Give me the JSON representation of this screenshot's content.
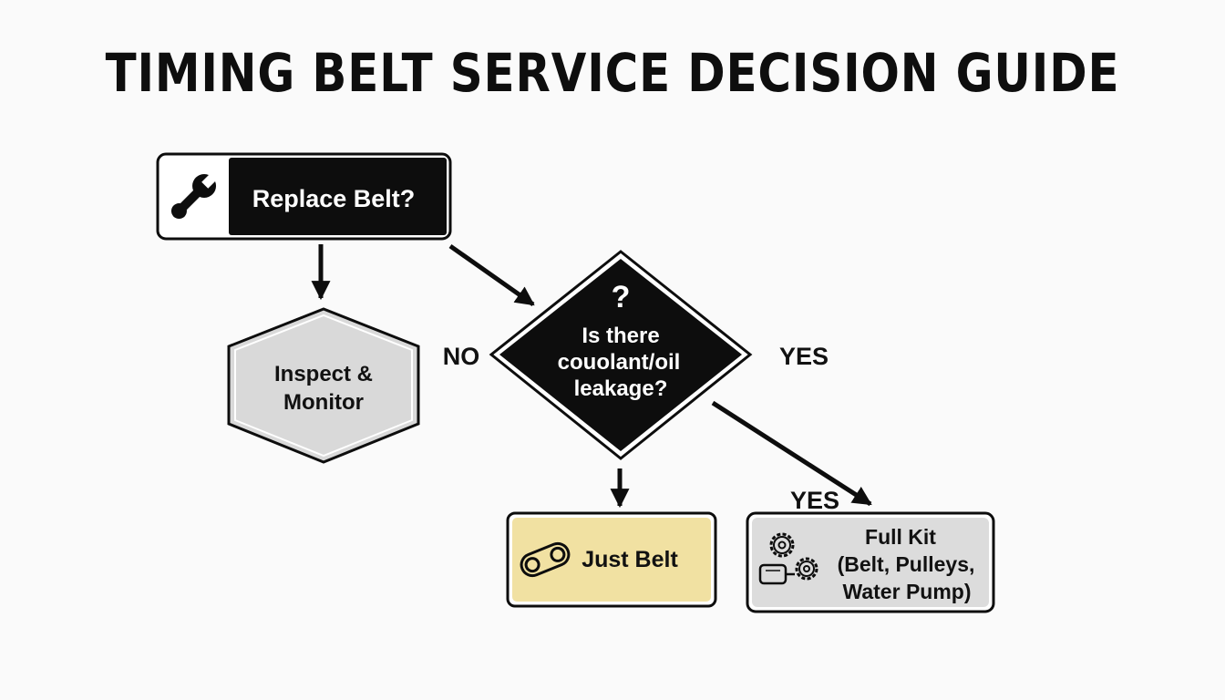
{
  "title": "TIMING BELT SERVICE DECISION GUIDE",
  "nodes": {
    "start": {
      "label": "Replace Belt?",
      "icon": "wrench-icon"
    },
    "inspect": {
      "line1": "Inspect &",
      "line2": "Monitor"
    },
    "decision": {
      "symbol": "?",
      "line1": "Is there",
      "line2": "couolant/oil",
      "line3": "leakage?"
    },
    "just_belt": {
      "label": "Just Belt",
      "icon": "belt-icon"
    },
    "full_kit": {
      "line1": "Full Kit",
      "line2": "(Belt, Pulleys,",
      "line3": "Water Pump)",
      "icon": "gears-pump-icon"
    }
  },
  "edge_labels": {
    "no": "NO",
    "yes_right": "YES",
    "yes_lower": "YES"
  },
  "colors": {
    "dark": "#0d0d0d",
    "inspect_fill": "#d9d9d9",
    "just_belt_fill": "#f1e1a2",
    "full_kit_fill": "#dcdcdc",
    "background": "#fafafa"
  }
}
